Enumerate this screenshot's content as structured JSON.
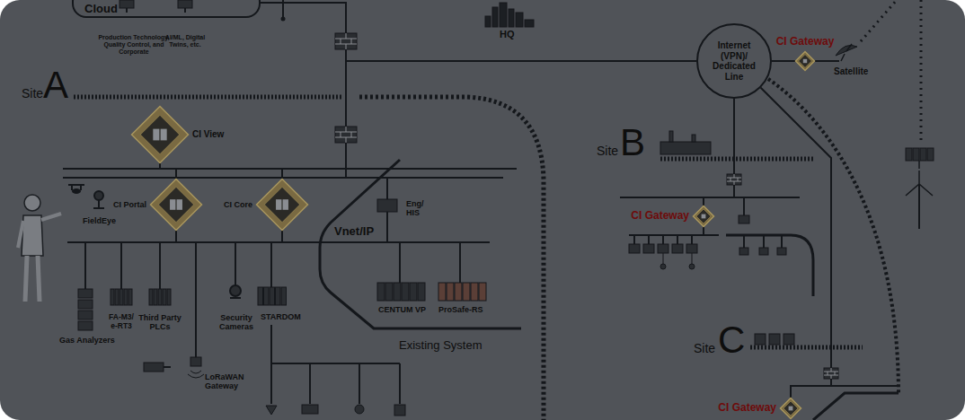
{
  "diagram": {
    "nodes": [
      {
        "text": [
          "Cloud"
        ]
      },
      {
        "text": [
          "Internet (VPN)/ Dedicated Line"
        ]
      },
      {
        "text": [
          "CI Gateway"
        ]
      },
      {
        "text": [
          "CI View"
        ]
      },
      {
        "text": [
          "CI Portal"
        ]
      },
      {
        "text": [
          "CI Core"
        ]
      },
      {
        "text": [
          "CI Gateway"
        ]
      },
      {
        "text": [
          "CI Gateway"
        ]
      }
    ],
    "edges": [
      {
        "from": 0,
        "to": 1,
        "arrow": "none"
      },
      {
        "from": 1,
        "to": 2,
        "arrow": "none"
      },
      {
        "from": 1,
        "to": 6,
        "arrow": "none"
      },
      {
        "from": 1,
        "to": 7,
        "arrow": "none"
      },
      {
        "from": 3,
        "to": 4,
        "arrow": "none"
      },
      {
        "from": 3,
        "to": 5,
        "arrow": "none"
      }
    ],
    "labels": [
      "Production Technology, Quality Control, and Corporate",
      "AI/ML, Digital Twins, etc.",
      "HQ",
      "Satellite",
      "Site",
      "A",
      "FieldEye",
      "Eng/ HIS",
      "Vnet/IP",
      "Gas Analyzers",
      "FA-M3/ e-RT3",
      "Third Party PLCs",
      "Security Cameras",
      "STARDOM",
      "LoRaWAN Gateway",
      "CENTUM VP",
      "ProSafe-RS",
      "Existing System",
      "Site",
      "B",
      "Site",
      "C"
    ]
  }
}
